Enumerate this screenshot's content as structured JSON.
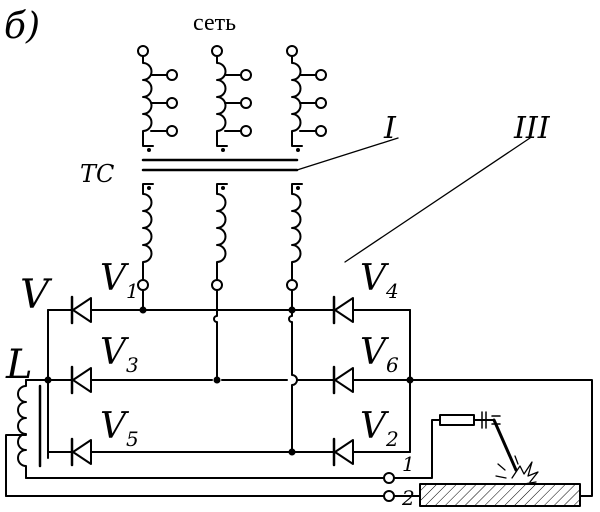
{
  "diagram": {
    "panel_label": "б)",
    "network_label": "сеть",
    "transformer_label": "TC",
    "callout_I": "I",
    "callout_III": "III",
    "bridge_label": "V",
    "inductor_label": "L",
    "diodes": [
      {
        "letter": "V",
        "index": "1"
      },
      {
        "letter": "V",
        "index": "3"
      },
      {
        "letter": "V",
        "index": "5"
      },
      {
        "letter": "V",
        "index": "4"
      },
      {
        "letter": "V",
        "index": "6"
      },
      {
        "letter": "V",
        "index": "2"
      }
    ],
    "terminal_1": "1",
    "terminal_2": "2",
    "colors": {
      "ink": "#000000",
      "background": "#ffffff"
    }
  }
}
